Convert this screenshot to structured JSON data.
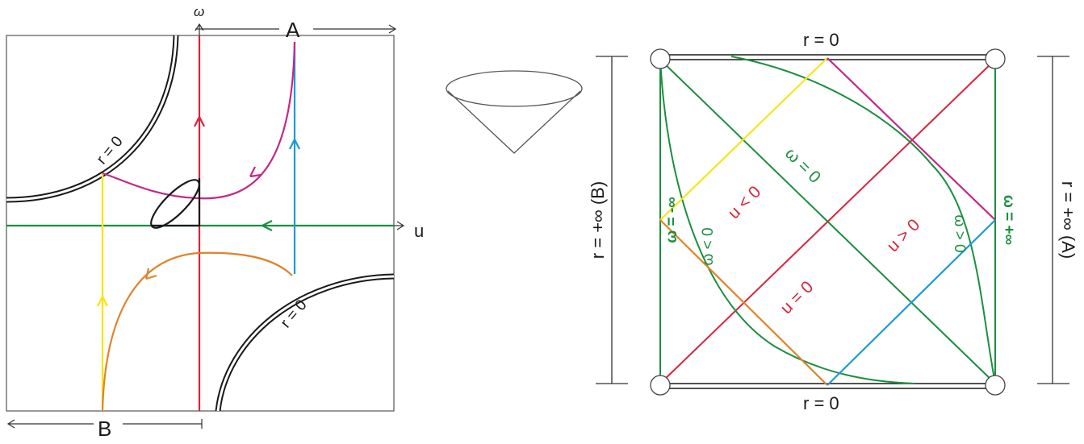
{
  "left_diagram": {
    "axis_w_label": "ω",
    "axis_u_label": "u",
    "label_A": "A",
    "label_B": "B",
    "r0_upper_left": "r = 0",
    "r0_lower_right": "r = 0"
  },
  "right_diagram": {
    "top_label": "r = 0",
    "bottom_label": "r = 0",
    "left_side_label": "r = +∞ (B)",
    "right_side_label": "r = +∞ (A)",
    "w_minus_inf": "ω = -∞",
    "w_plus_inf": "ω = +∞",
    "w_eq_0": "ω = 0",
    "w_lt_0": "ω < 0",
    "w_gt_0": "ω > 0",
    "u_eq_0": "u = 0",
    "u_lt_0": "u < 0",
    "u_gt_0": "u > 0"
  },
  "colors": {
    "red": "#d8243a",
    "green": "#1a8f3f",
    "magenta": "#c4278a",
    "cyan": "#1c9ad6",
    "yellow": "#f5e61c",
    "orange": "#e0832a",
    "black": "#1a1a1a"
  }
}
